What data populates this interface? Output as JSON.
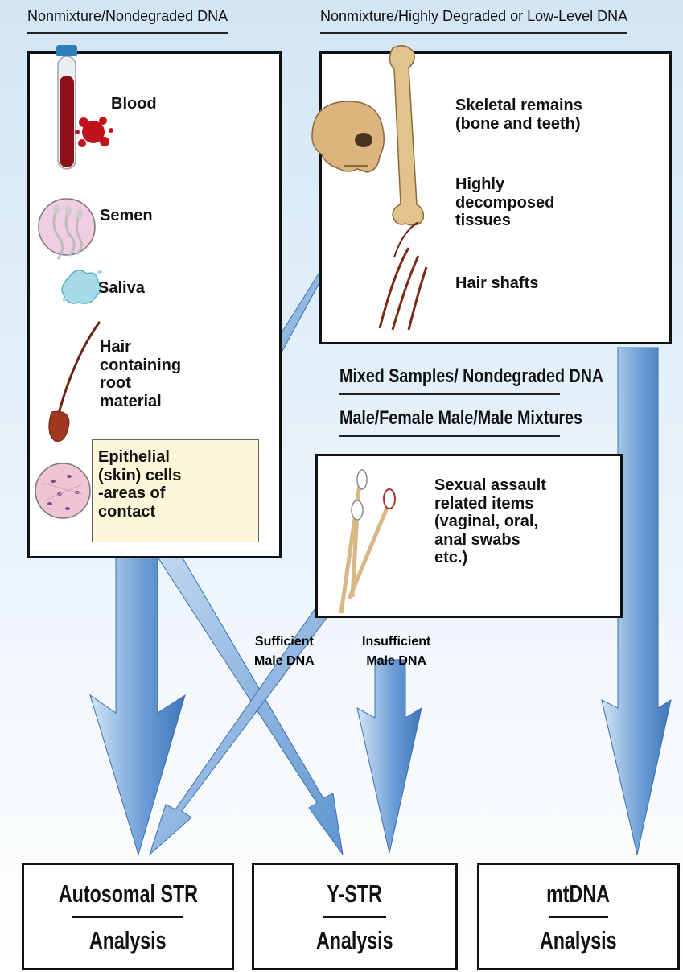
{
  "headers": {
    "left": "Nonmixture/Nondegraded DNA",
    "right": "Nonmixture/Highly Degraded or Low-Level DNA"
  },
  "nondegraded": {
    "blood": "Blood",
    "semen": "Semen",
    "saliva": "Saliva",
    "hair_root": [
      "Hair",
      "containing",
      "root",
      "material"
    ],
    "epithelial": [
      "Epithelial",
      "(skin) cells",
      "-areas of",
      "contact"
    ]
  },
  "degraded": {
    "skeletal": [
      "Skeletal remains",
      "(bone and teeth)"
    ],
    "decomposed": [
      "Highly",
      "decomposed",
      "tissues"
    ],
    "hair_shafts": "Hair shafts"
  },
  "mixed": {
    "title1": "Mixed Samples/ Nondegraded DNA",
    "title2": "Male/Female  Male/Male Mixtures",
    "assault": [
      "Sexual assault",
      "related items",
      "(vaginal, oral,",
      "anal swabs",
      "etc.)"
    ]
  },
  "branch_labels": {
    "sufficient": [
      "Sufficient",
      "Male DNA"
    ],
    "insufficient": [
      "Insufficient",
      "Male DNA"
    ]
  },
  "analyses": [
    {
      "title": "Autosomal STR",
      "sub": "Analysis"
    },
    {
      "title": "Y-STR",
      "sub": "Analysis"
    },
    {
      "title": "mtDNA",
      "sub": "Analysis"
    }
  ],
  "colors": {
    "arrow_light": "#cfe2f3",
    "arrow_dark": "#4f86c6",
    "blood": "#b3121b",
    "bone": "#e3c38c",
    "hair": "#6b2414"
  }
}
